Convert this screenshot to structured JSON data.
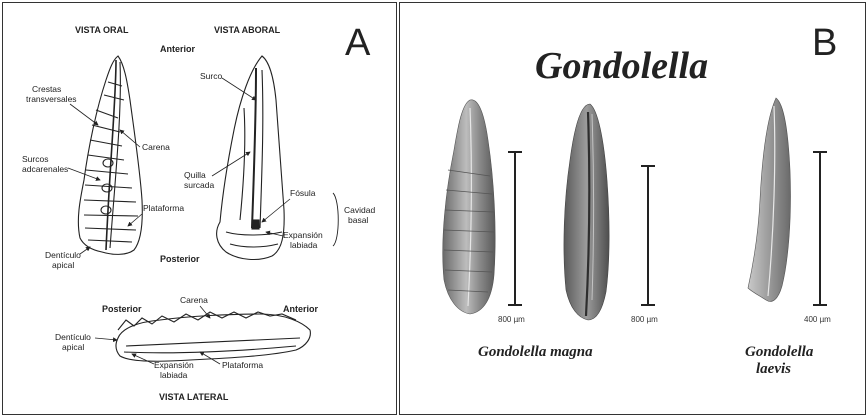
{
  "panel_a": {
    "letter": "A",
    "headers": {
      "oral": "VISTA ORAL",
      "aboral": "VISTA ABORAL",
      "lateral": "VISTA LATERAL",
      "anterior_top": "Anterior",
      "posterior_mid": "Posterior",
      "posterior_lateral": "Posterior",
      "anterior_lateral": "Anterior"
    },
    "labels": {
      "crestas_1": "Crestas",
      "crestas_2": "transversales",
      "carena": "Carena",
      "surcos_1": "Surcos",
      "surcos_2": "adcarenales",
      "plataforma": "Plataforma",
      "denticulo_1": "Dentículo",
      "denticulo_2": "apical",
      "surco": "Surco",
      "quilla_1": "Quilla",
      "quilla_2": "surcada",
      "fosula": "Fósula",
      "cavidad_1": "Cavidad",
      "cavidad_2": "basal",
      "expansion_1": "Expansión",
      "expansion_2": "labiada",
      "lat_carena": "Carena",
      "lat_denticulo_1": "Dentículo",
      "lat_denticulo_2": "apical",
      "lat_expansion_1": "Expansión",
      "lat_expansion_2": "labiada",
      "lat_plataforma": "Plataforma"
    }
  },
  "panel_b": {
    "letter": "B",
    "title": "Gondolella",
    "species": [
      {
        "line1": "Gondolella magna",
        "line2": ""
      },
      {
        "line1": "Gondolella",
        "line2": "laevis"
      }
    ],
    "scale_bars": [
      "800 µm",
      "800 µm",
      "400 µm"
    ]
  },
  "colors": {
    "ink": "#222222",
    "frame": "#333333",
    "fossil_dark": "#5a5a5a",
    "fossil_light": "#b4b4b4"
  }
}
